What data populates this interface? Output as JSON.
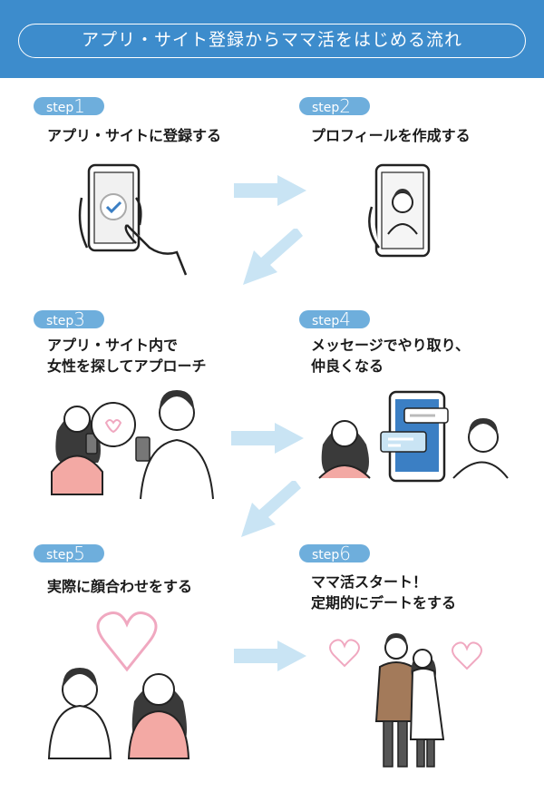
{
  "header": {
    "title": "アプリ・サイト登録からママ活をはじめる流れ"
  },
  "colors": {
    "header": "#3d8ccc",
    "badge": "#6eaedc",
    "arrow": "#c9e4f4",
    "heart": "#f0a8c0",
    "pink_shirt": "#f3a9a4",
    "phone_screen": "#3b7fc4"
  },
  "steps": [
    {
      "badge_prefix": "step",
      "number": "1",
      "title": "アプリ・サイトに登録する",
      "icon": "phone-check-illustration"
    },
    {
      "badge_prefix": "step",
      "number": "2",
      "title": "プロフィールを作成する",
      "icon": "phone-profile-illustration"
    },
    {
      "badge_prefix": "step",
      "number": "3",
      "title": "アプリ・サイト内で\n女性を探してアプローチ",
      "icon": "approach-illustration"
    },
    {
      "badge_prefix": "step",
      "number": "4",
      "title": "メッセージでやり取り、\n仲良くなる",
      "icon": "messaging-illustration"
    },
    {
      "badge_prefix": "step",
      "number": "5",
      "title": "実際に顔合わせをする",
      "icon": "meeting-illustration"
    },
    {
      "badge_prefix": "step",
      "number": "6",
      "title": "ママ活スタート！\n定期的にデートをする",
      "icon": "dating-illustration"
    }
  ]
}
